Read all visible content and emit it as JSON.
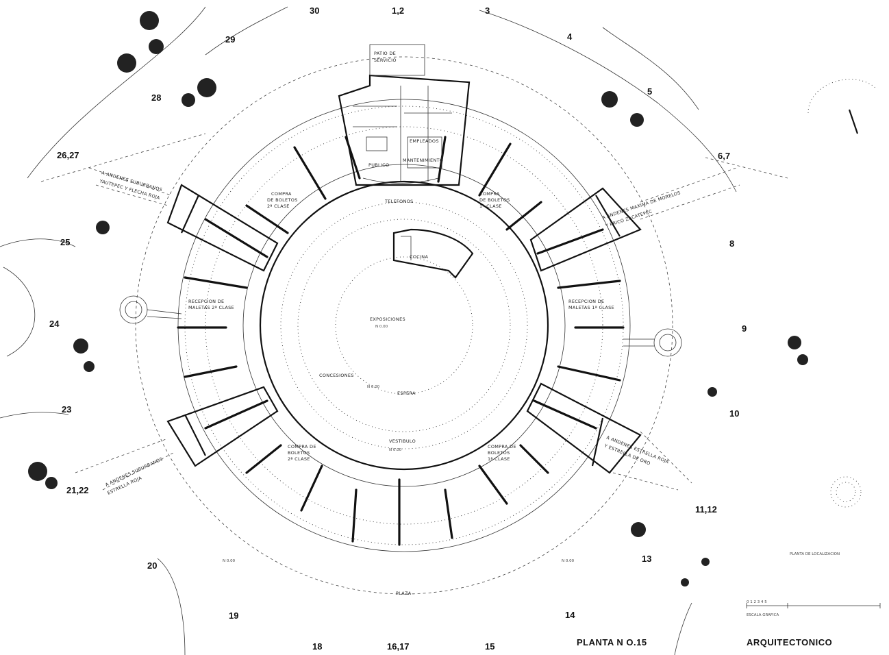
{
  "gate_numbers": [
    "1,2",
    "3",
    "4",
    "5",
    "6,7",
    "8",
    "9",
    "10",
    "11,12",
    "13",
    "14",
    "15",
    "16,17",
    "18",
    "19",
    "20",
    "21,22",
    "23",
    "24",
    "25",
    "26,27",
    "28",
    "29",
    "30"
  ],
  "rooms": {
    "patio_line1": "PATIO DE",
    "patio_line2": "SERVICIO",
    "publico": "PUBLICO",
    "empleados": "EMPLEADOS",
    "mantenimiento": "MANTENIMIENTO",
    "telefonos": "TELEFONOS",
    "compra_nw_1": "COMPRA",
    "compra_nw_2": "DE BOLETOS",
    "compra_nw_3": "2ª CLASE",
    "compra_ne_1": "COMPRA",
    "compra_ne_2": "DE BOLETOS",
    "compra_ne_3": "1ª CLASE",
    "compra_sw_1": "COMPRA DE",
    "compra_sw_2": "BOLETOS",
    "compra_sw_3": "2ª CLASE",
    "compra_se_1": "COMPRA DE",
    "compra_se_2": "BOLETOS",
    "compra_se_3": "1ª CLASE",
    "cocina": "COCINA",
    "recep_w_1": "RECEPCION DE",
    "recep_w_2": "MALETAS 2ª CLASE",
    "recep_e_1": "RECEPCION DE",
    "recep_e_2": "MALETAS 1ª CLASE",
    "exposiciones": "EXPOSICIONES",
    "expo_level": "N 0.00",
    "concesiones": "CONCESIONES",
    "espera_level": "N 0.00",
    "espera": "ESPERA",
    "vestibulo": "VESTIBULO",
    "vestibulo_level": "N 0.00",
    "plaza": "PLAZA",
    "plaza_level_w": "N 0.00",
    "plaza_level_e": "N 0.00",
    "andenes_nw_1": "A ANDENES SUBURBANOS",
    "andenes_nw_2": "YAUTEPEC Y FLECHA ROJA",
    "andenes_ne_1": "A ANDENES MAXIMA DE MORELOS",
    "andenes_ne_2": "Y PRICO ZACATEPEC",
    "andenes_sw_1": "A ANDENES SUBURBANOS",
    "andenes_sw_2": "ESTRELLA ROJA",
    "andenes_se_1": "A ANDENES ESTRELLA ROJA",
    "andenes_se_2": "Y ESTRELLA DE ORO",
    "planta_loc": "PLANTA DE LOCALIZACION",
    "escala_numbers": "0 1 2 3 4 5",
    "escala": "ESCALA GRAFICA"
  },
  "titles": {
    "planta": "PLANTA N O.15",
    "arquitectonico": "ARQUITECTONICO"
  },
  "colors": {
    "ink": "#111111",
    "paper": "#ffffff"
  }
}
